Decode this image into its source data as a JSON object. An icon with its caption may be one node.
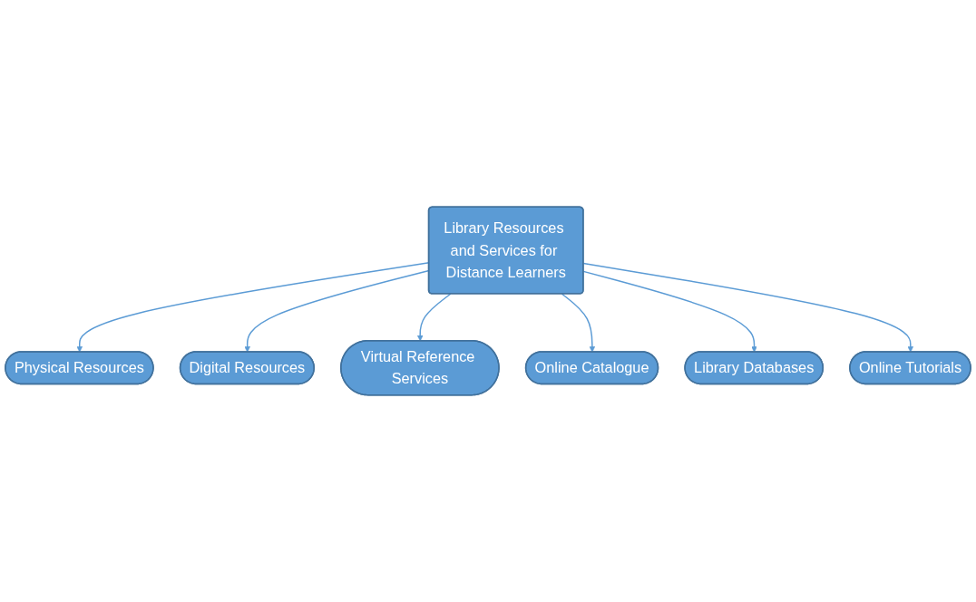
{
  "diagram": {
    "nodes": [
      {
        "text": [
          "Physical Resources"
        ]
      },
      {
        "text": [
          "Digital Resources"
        ]
      },
      {
        "text": [
          "Virtual Reference Services"
        ]
      },
      {
        "text": [
          "Library Resources and Services for Distance Learners"
        ]
      },
      {
        "text": [
          "Online Catalogue"
        ]
      },
      {
        "text": [
          "Library Databases"
        ]
      },
      {
        "text": [
          "Online Tutorials"
        ]
      }
    ],
    "edges": [
      {
        "from": 3,
        "to": 0,
        "arrow": "to"
      },
      {
        "from": 3,
        "to": 1,
        "arrow": "to"
      },
      {
        "from": 3,
        "to": 2,
        "arrow": "to"
      },
      {
        "from": 3,
        "to": 4,
        "arrow": "to"
      },
      {
        "from": 3,
        "to": 5,
        "arrow": "to"
      },
      {
        "from": 3,
        "to": 6,
        "arrow": "to"
      }
    ]
  }
}
